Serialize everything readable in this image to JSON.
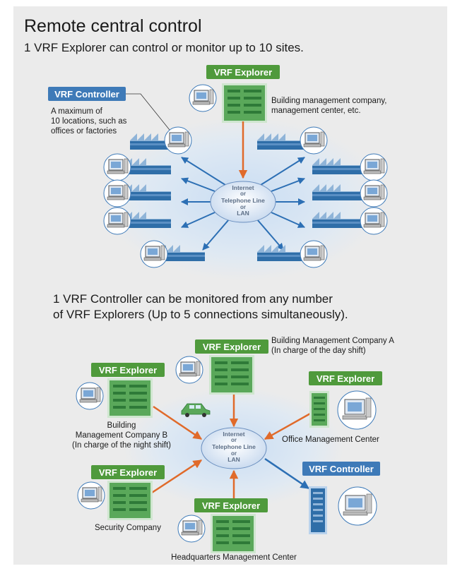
{
  "header": {
    "title": "Remote central control",
    "subtitle": "1 VRF Explorer can control or monitor up to 10 sites."
  },
  "diagram1": {
    "explorer_badge": "VRF Explorer",
    "explorer_desc_1": "Building management company,",
    "explorer_desc_2": "management center, etc.",
    "controller_badge": "VRF Controller",
    "controller_desc_1": "A maximum of",
    "controller_desc_2": "10 locations, such as",
    "controller_desc_3": "offices or factories",
    "hub_line1": "Internet",
    "hub_line2": "or",
    "hub_line3": "Telephone Line",
    "hub_line4": "or",
    "hub_line5": "LAN",
    "site_count": 10
  },
  "middle_text": {
    "line1": "1 VRF Controller can be monitored from any number",
    "line2": "of VRF Explorers (Up to 5 connections simultaneously)."
  },
  "diagram2": {
    "top": {
      "badge": "VRF Explorer",
      "label1": "Building Management Company A",
      "label2": "(In charge of the day shift)"
    },
    "left_top": {
      "badge": "VRF Explorer",
      "label1": "Building",
      "label2": "Management Company B",
      "label3": "(In charge of the night shift)"
    },
    "right_top": {
      "badge": "VRF Explorer",
      "label": "Office Management Center"
    },
    "left_bottom": {
      "badge": "VRF Explorer",
      "label": "Security Company"
    },
    "bottom": {
      "badge": "VRF Explorer",
      "label": "Headquarters Management Center"
    },
    "controller": {
      "badge": "VRF Controller"
    },
    "hub_line1": "Internet",
    "hub_line2": "or",
    "hub_line3": "Telephone Line",
    "hub_line4": "or",
    "hub_line5": "LAN"
  },
  "colors": {
    "explorer_green": "#4f9a3c",
    "controller_blue": "#3e7ab8",
    "orange_arrow": "#e06a2a",
    "blue_arrow": "#2c6fb4",
    "building_green": "#5aa85a",
    "factory_blue": "#2f6ea8",
    "background": "#ebebeb"
  }
}
